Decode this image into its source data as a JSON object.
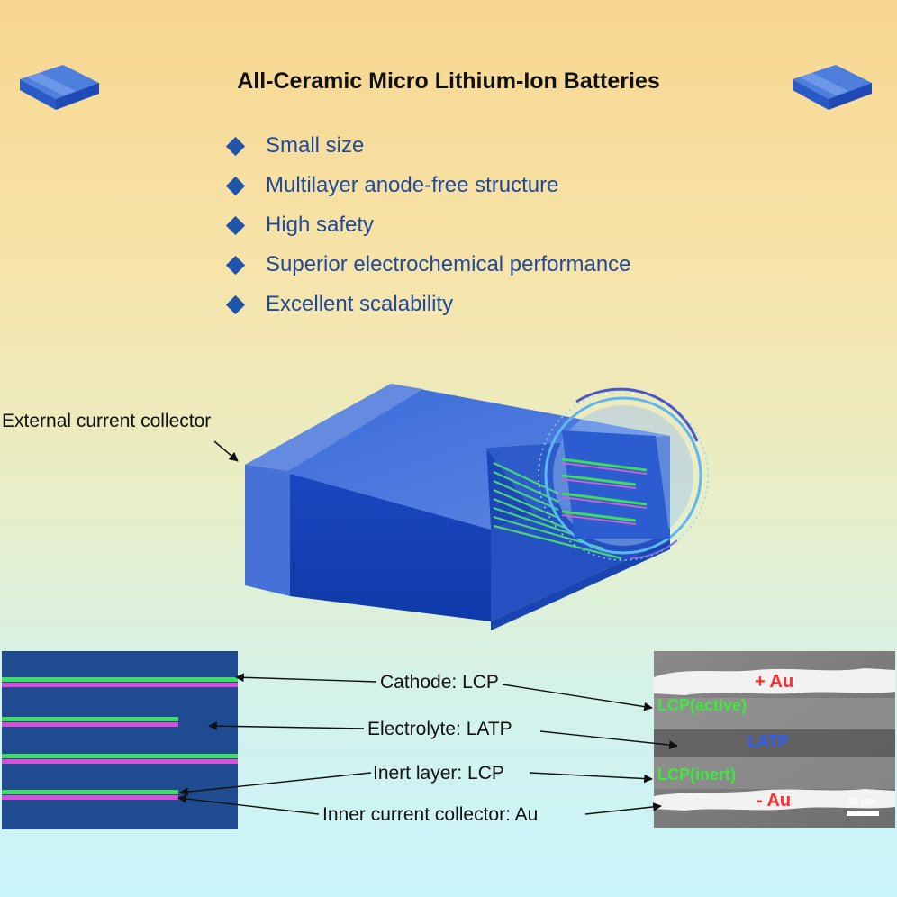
{
  "title": "All-Ceramic Micro Lithium-Ion Batteries",
  "bullets": [
    "Small size",
    "Multilayer anode-free structure",
    "High safety",
    "Superior electrochemical performance",
    "Excellent scalability"
  ],
  "labels": {
    "external_collector": "External current collector",
    "cathode": "Cathode: LCP",
    "electrolyte": "Electrolyte: LATP",
    "inert": "Inert layer: LCP",
    "inner_collector": "Inner current collector: Au"
  },
  "sem": {
    "plus_au": "+ Au",
    "lcp_active": "LCP(active)",
    "latp": "LATP",
    "lcp_inert": "LCP(inert)",
    "minus_au": "- Au",
    "scale": "10 μm"
  },
  "colors": {
    "block_blue": "#1e4fc4",
    "cathode_green": "#3de060",
    "collector_magenta": "#d64fd8",
    "label_red": "#ff2a2a",
    "label_green": "#3fe83f",
    "label_blue": "#2a5cff"
  }
}
